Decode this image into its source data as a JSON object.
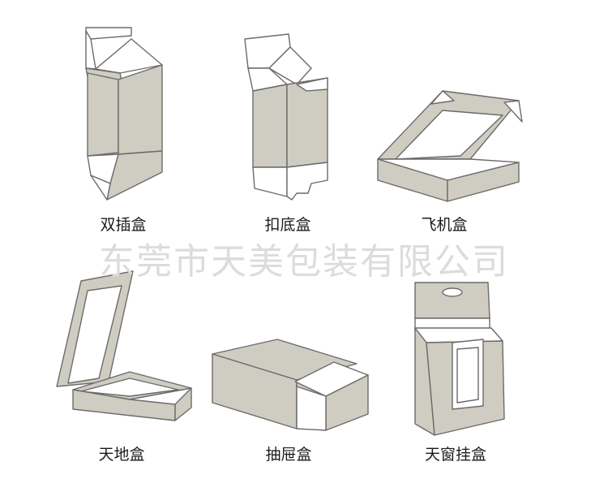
{
  "watermark": "东莞市天美包装有限公司",
  "boxes": [
    {
      "label": "双插盒"
    },
    {
      "label": "扣底盒"
    },
    {
      "label": "飞机盒"
    },
    {
      "label": "天地盒"
    },
    {
      "label": "抽屉盒"
    },
    {
      "label": "天窗挂盒"
    }
  ],
  "colors": {
    "panel": "#cfccc1",
    "outline": "#6b6b6b",
    "white": "#ffffff"
  }
}
